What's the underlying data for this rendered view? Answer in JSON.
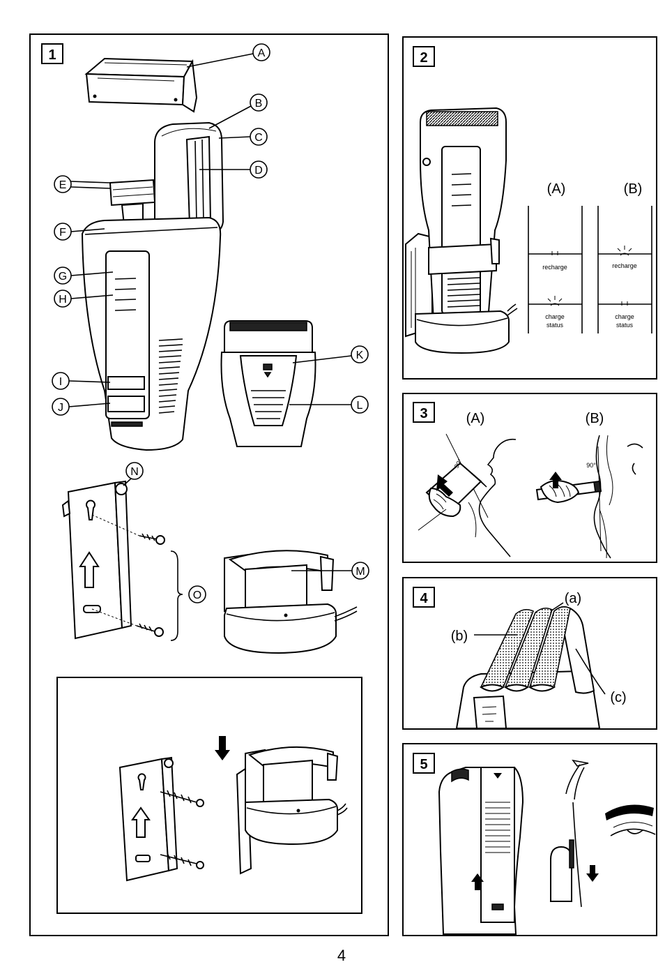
{
  "page_number": "4",
  "panel1": {
    "number": "1",
    "callouts": {
      "a": "A",
      "b": "B",
      "c": "C",
      "d": "D",
      "e": "E",
      "f": "F",
      "g": "G",
      "h": "H",
      "i": "I",
      "j": "J",
      "k": "K",
      "l": "L",
      "m": "M",
      "n": "N",
      "o": "O"
    }
  },
  "panel2": {
    "number": "2",
    "label_a": "(A)",
    "label_b": "(B)",
    "indicator_a": {
      "recharge": "recharge",
      "charge_line1": "charge",
      "charge_line2": "status"
    },
    "indicator_b": {
      "recharge": "recharge",
      "charge_line1": "charge",
      "charge_line2": "status"
    }
  },
  "panel3": {
    "number": "3",
    "label_a": "(A)",
    "label_b": "(B)",
    "angle_a": "90°",
    "angle_b": "90°"
  },
  "panel4": {
    "number": "4",
    "label_a": "(a)",
    "label_b": "(b)",
    "label_c": "(c)"
  },
  "panel5": {
    "number": "5"
  }
}
